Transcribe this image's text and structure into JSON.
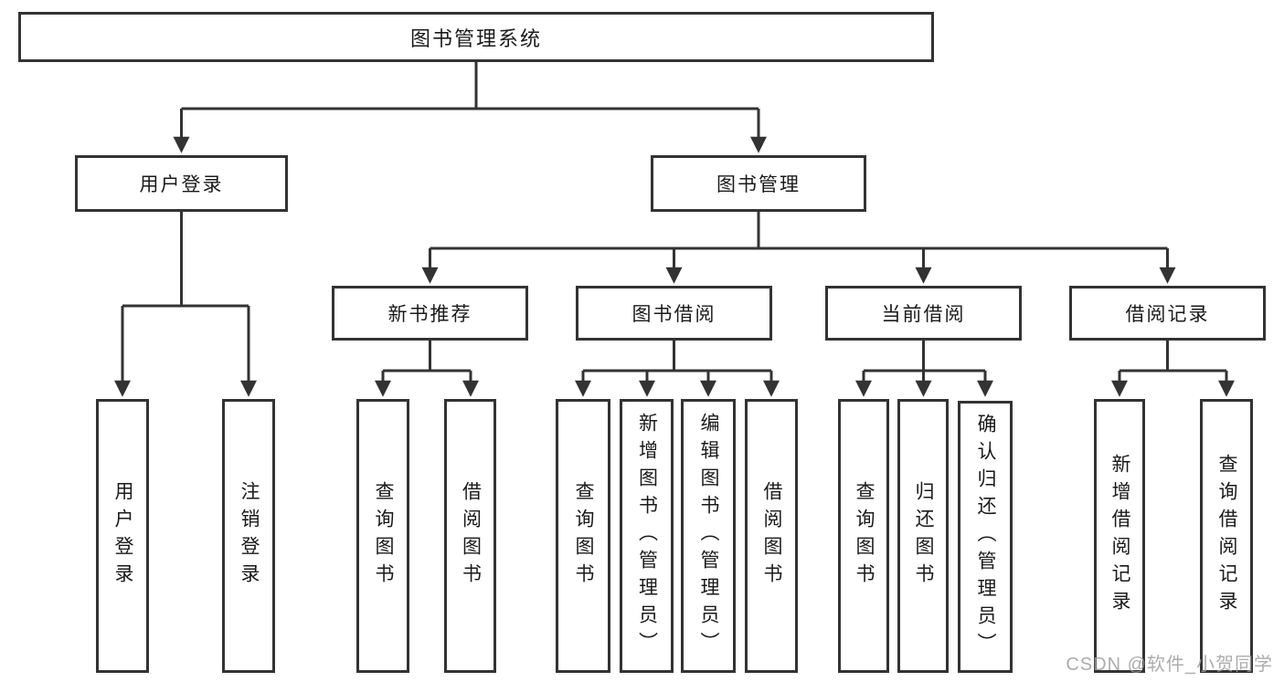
{
  "tree": {
    "root": {
      "label": "图书管理系统"
    },
    "user_login": {
      "label": "用户登录",
      "children": [
        "用户登录",
        "注销登录"
      ]
    },
    "book_management": {
      "label": "图书管理",
      "modules": {
        "new_book_recommend": {
          "label": "新书推荐",
          "children": [
            "查询图书",
            "借阅图书"
          ]
        },
        "book_borrow": {
          "label": "图书借阅",
          "children": [
            "查询图书",
            "新增图书（管理员）",
            "编辑图书（管理员）",
            "借阅图书"
          ]
        },
        "current_borrow": {
          "label": "当前借阅",
          "children": [
            "查询图书",
            "归还图书",
            "确认归还（管理员）"
          ]
        },
        "borrow_records": {
          "label": "借阅记录",
          "children": [
            "新增借阅记录",
            "查询借阅记录"
          ]
        }
      }
    }
  },
  "watermark": {
    "text": "CSDN @软件_小贺同学",
    "color": "#9e9e9e"
  },
  "colors": {
    "line": "#333333",
    "box_border": "#333333",
    "text": "#1a1a1a",
    "background": "#ffffff"
  }
}
